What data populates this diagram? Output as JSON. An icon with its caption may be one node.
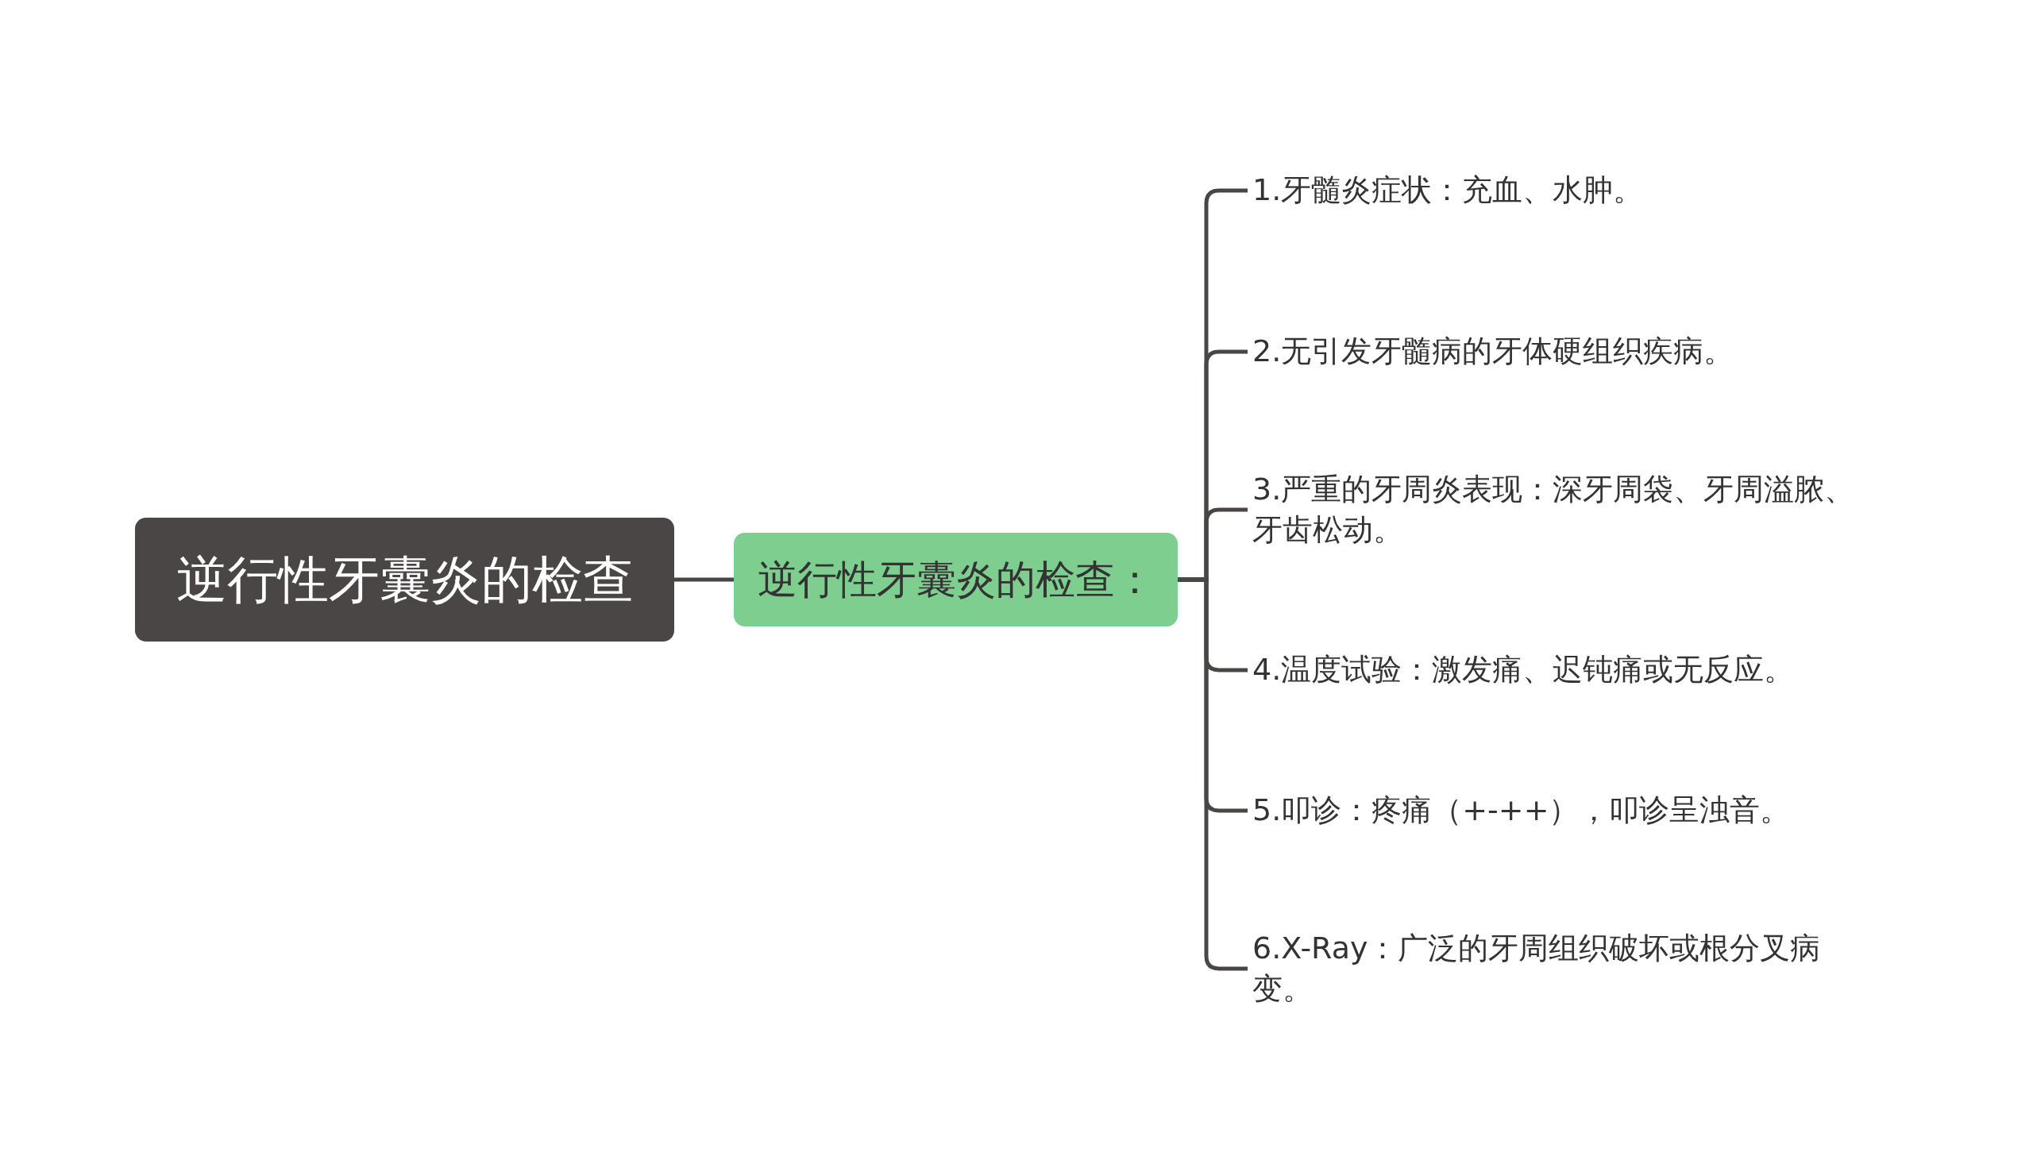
{
  "diagram": {
    "nodes": [
      {
        "text": [
          "逆行性牙囊炎的检查"
        ]
      },
      {
        "text": [
          "逆行性牙囊炎的检查："
        ]
      },
      {
        "text": [
          "1.牙髓炎症状：充血、水肿。"
        ]
      },
      {
        "text": [
          "2.无引发牙髓病的牙体硬组织疾病。"
        ]
      },
      {
        "text": [
          "3.严重的牙周炎表现：深牙周袋、牙周溢脓、牙齿松动。"
        ]
      },
      {
        "text": [
          "4.温度试验：激发痛、迟钝痛或无反应。"
        ]
      },
      {
        "text": [
          "5.叩诊：疼痛（+-++），叩诊呈浊音。"
        ]
      },
      {
        "text": [
          "6.X-Ray：广泛的牙周组织破坏或根分叉病变。"
        ]
      }
    ],
    "edges": [
      {
        "from": 0,
        "to": 1,
        "arrow": "none"
      },
      {
        "from": 1,
        "to": 2,
        "arrow": "none"
      },
      {
        "from": 1,
        "to": 3,
        "arrow": "none"
      },
      {
        "from": 1,
        "to": 4,
        "arrow": "none"
      },
      {
        "from": 1,
        "to": 5,
        "arrow": "none"
      },
      {
        "from": 1,
        "to": 6,
        "arrow": "none"
      },
      {
        "from": 1,
        "to": 7,
        "arrow": "none"
      }
    ]
  }
}
